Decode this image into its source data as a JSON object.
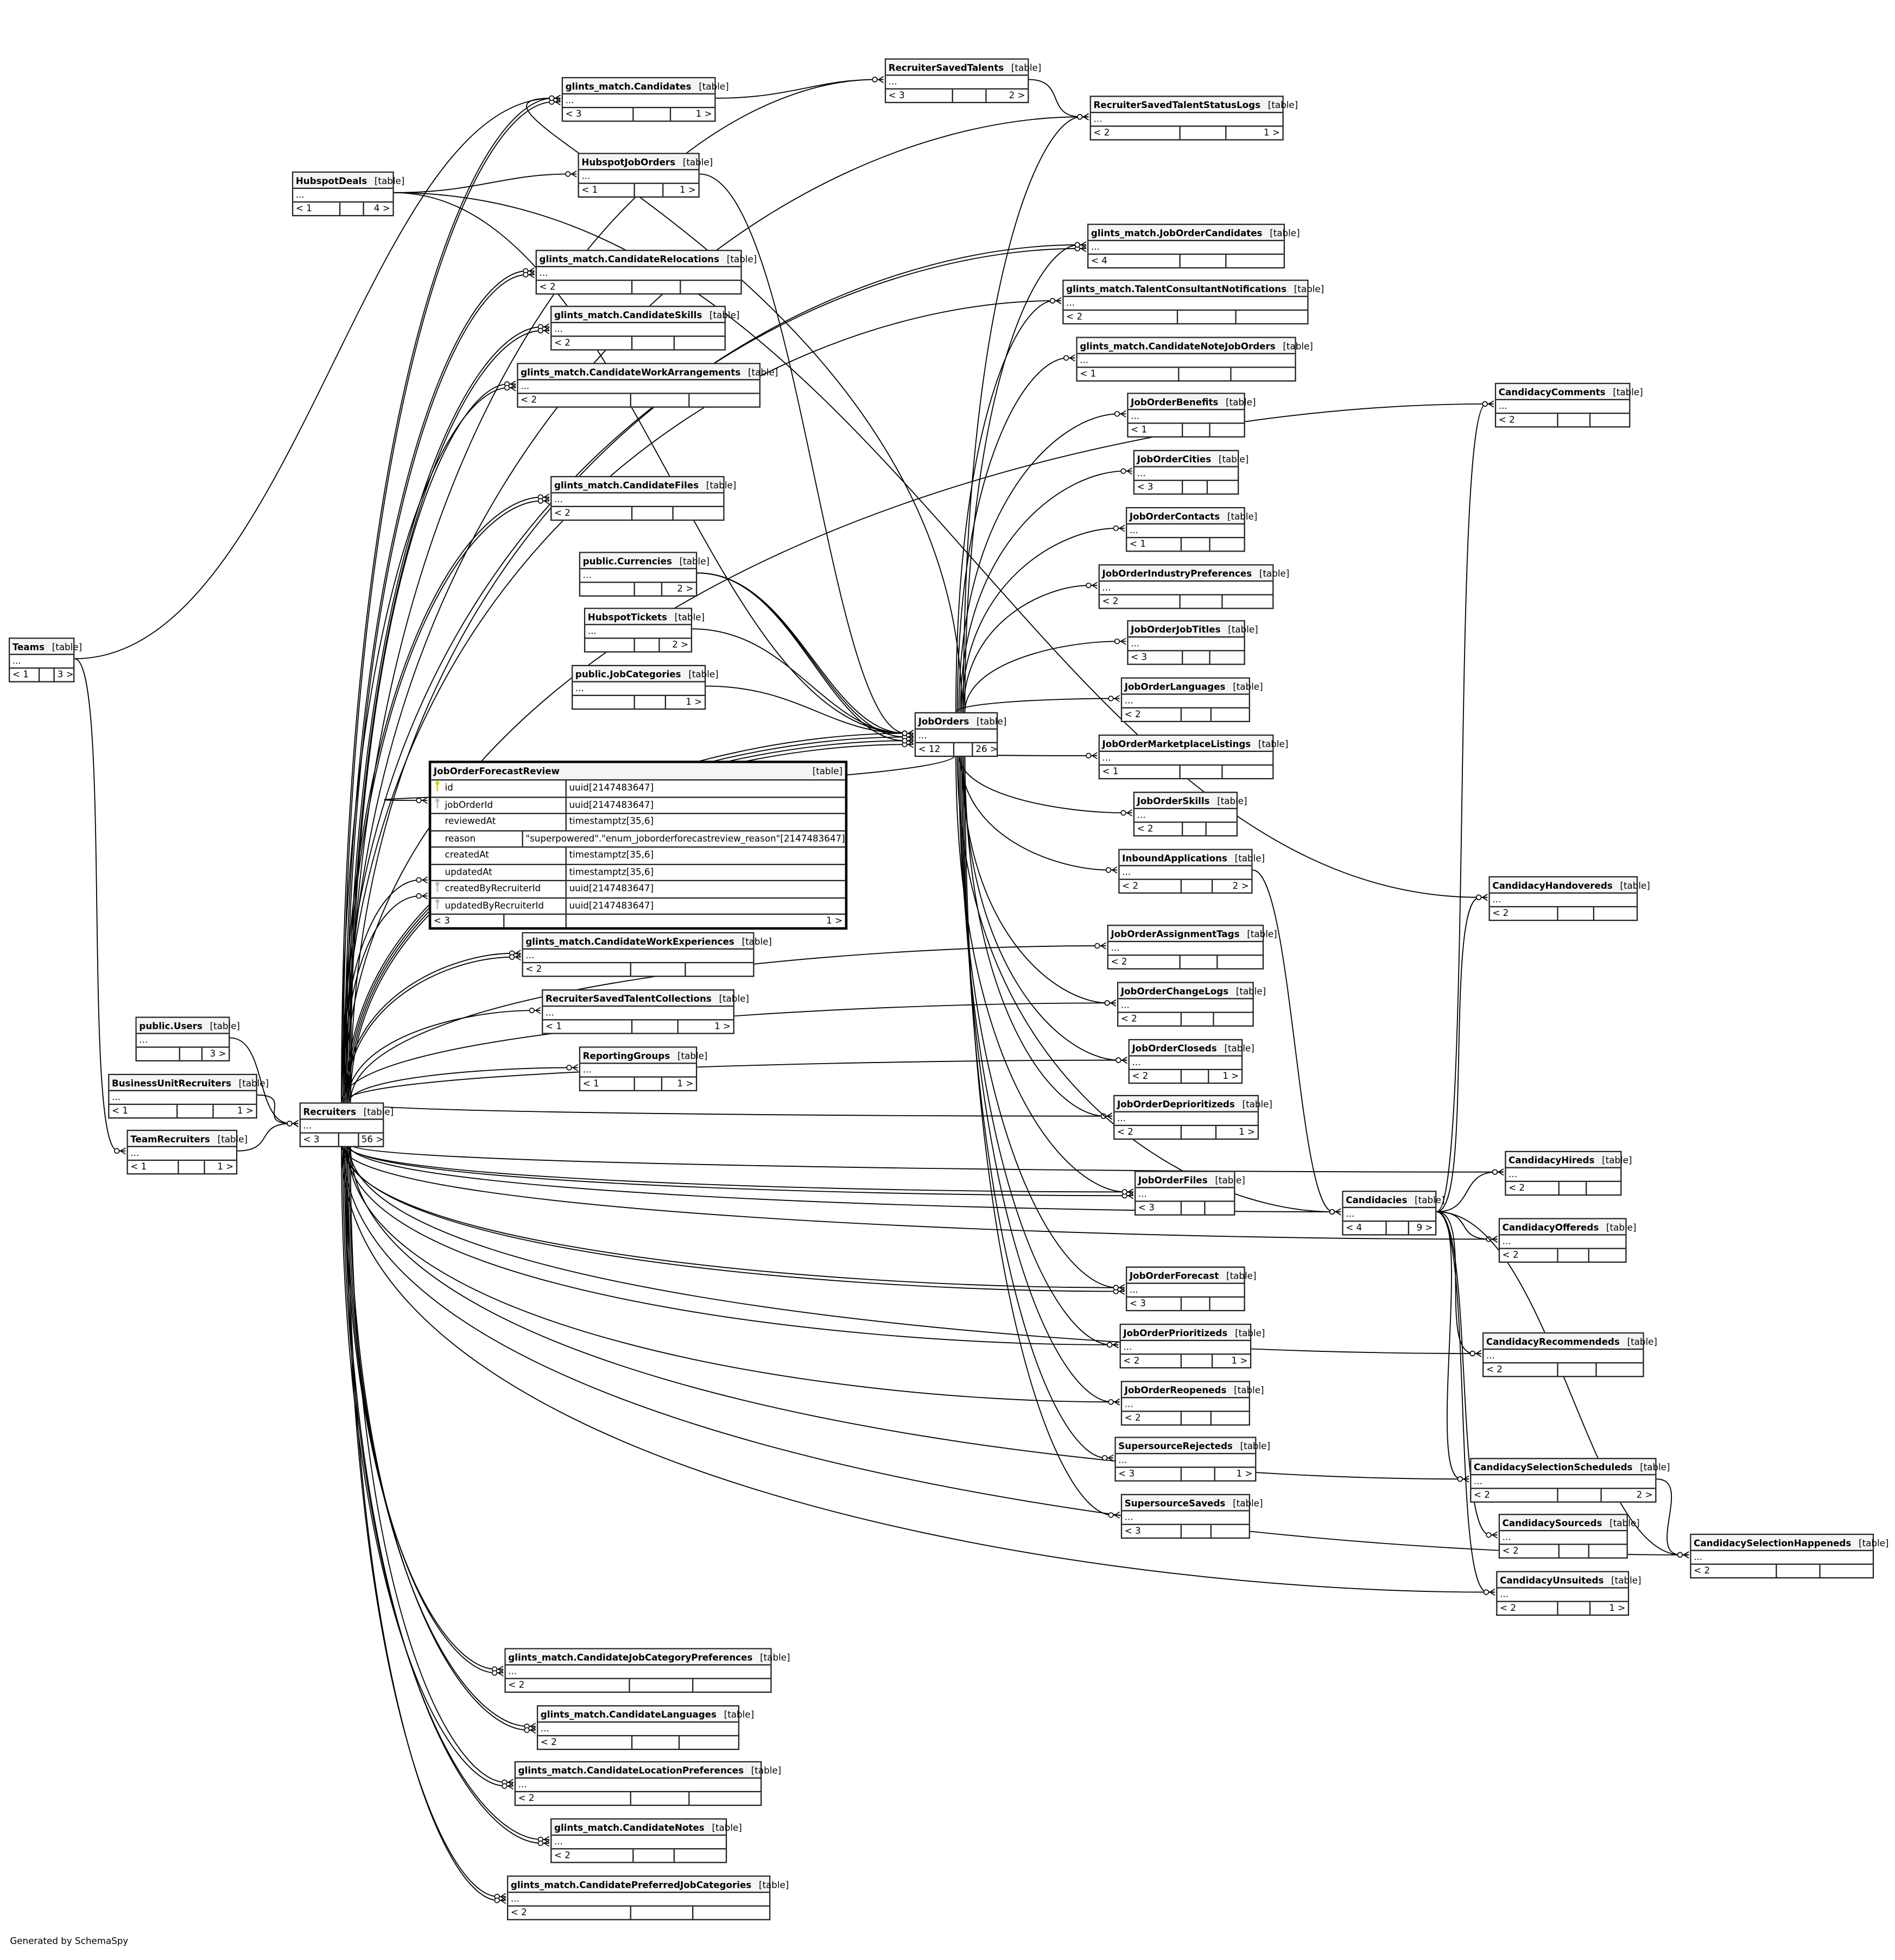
{
  "tables": [
    {
      "name": "glints_match.Candidates",
      "kind": "[table]",
      "more": "...",
      "left": "< 3",
      "right": "1 >"
    },
    {
      "name": "RecruiterSavedTalents",
      "kind": "[table]",
      "more": "...",
      "left": "< 3",
      "right": "2 >"
    },
    {
      "name": "RecruiterSavedTalentStatusLogs",
      "kind": "[table]",
      "more": "...",
      "left": "< 2",
      "right": "1 >"
    },
    {
      "name": "HubspotJobOrders",
      "kind": "[table]",
      "more": "...",
      "left": "< 1",
      "right": "1 >"
    },
    {
      "name": "HubspotDeals",
      "kind": "[table]",
      "more": "...",
      "left": "< 1",
      "right": "4 >"
    },
    {
      "name": "glints_match.JobOrderCandidates",
      "kind": "[table]",
      "more": "...",
      "left": "< 4",
      "right": ""
    },
    {
      "name": "glints_match.CandidateRelocations",
      "kind": "[table]",
      "more": "...",
      "left": "< 2",
      "right": ""
    },
    {
      "name": "glints_match.TalentConsultantNotifications",
      "kind": "[table]",
      "more": "...",
      "left": "< 2",
      "right": ""
    },
    {
      "name": "glints_match.CandidateSkills",
      "kind": "[table]",
      "more": "...",
      "left": "< 2",
      "right": ""
    },
    {
      "name": "glints_match.CandidateNoteJobOrders",
      "kind": "[table]",
      "more": "...",
      "left": "< 1",
      "right": ""
    },
    {
      "name": "glints_match.CandidateWorkArrangements",
      "kind": "[table]",
      "more": "...",
      "left": "< 2",
      "right": ""
    },
    {
      "name": "CandidacyComments",
      "kind": "[table]",
      "more": "...",
      "left": "< 2",
      "right": ""
    },
    {
      "name": "JobOrderBenefits",
      "kind": "[table]",
      "more": "...",
      "left": "< 1",
      "right": ""
    },
    {
      "name": "JobOrderCities",
      "kind": "[table]",
      "more": "...",
      "left": "< 3",
      "right": ""
    },
    {
      "name": "glints_match.CandidateFiles",
      "kind": "[table]",
      "more": "...",
      "left": "< 2",
      "right": ""
    },
    {
      "name": "JobOrderContacts",
      "kind": "[table]",
      "more": "...",
      "left": "< 1",
      "right": ""
    },
    {
      "name": "public.Currencies",
      "kind": "[table]",
      "more": "...",
      "left": "",
      "right": "2 >"
    },
    {
      "name": "JobOrderIndustryPreferences",
      "kind": "[table]",
      "more": "...",
      "left": "< 2",
      "right": ""
    },
    {
      "name": "HubspotTickets",
      "kind": "[table]",
      "more": "...",
      "left": "",
      "right": "2 >"
    },
    {
      "name": "JobOrderJobTitles",
      "kind": "[table]",
      "more": "...",
      "left": "< 3",
      "right": ""
    },
    {
      "name": "Teams",
      "kind": "[table]",
      "more": "...",
      "left": "< 1",
      "right": "3 >"
    },
    {
      "name": "public.JobCategories",
      "kind": "[table]",
      "more": "...",
      "left": "",
      "right": "1 >"
    },
    {
      "name": "JobOrderLanguages",
      "kind": "[table]",
      "more": "...",
      "left": "< 2",
      "right": ""
    },
    {
      "name": "JobOrders",
      "kind": "[table]",
      "more": "...",
      "left": "< 12",
      "right": "26 >"
    },
    {
      "name": "JobOrderMarketplaceListings",
      "kind": "[table]",
      "more": "...",
      "left": "< 1",
      "right": ""
    },
    {
      "name": "JobOrderSkills",
      "kind": "[table]",
      "more": "...",
      "left": "< 2",
      "right": ""
    },
    {
      "name": "InboundApplications",
      "kind": "[table]",
      "more": "...",
      "left": "< 2",
      "right": "2 >"
    },
    {
      "name": "CandidacyHandovereds",
      "kind": "[table]",
      "more": "...",
      "left": "< 2",
      "right": ""
    },
    {
      "name": "JobOrderAssignmentTags",
      "kind": "[table]",
      "more": "...",
      "left": "< 2",
      "right": ""
    },
    {
      "name": "glints_match.CandidateWorkExperiences",
      "kind": "[table]",
      "more": "...",
      "left": "< 2",
      "right": ""
    },
    {
      "name": "JobOrderChangeLogs",
      "kind": "[table]",
      "more": "...",
      "left": "< 2",
      "right": ""
    },
    {
      "name": "RecruiterSavedTalentCollections",
      "kind": "[table]",
      "more": "...",
      "left": "< 1",
      "right": "1 >"
    },
    {
      "name": "public.Users",
      "kind": "[table]",
      "more": "...",
      "left": "",
      "right": "3 >"
    },
    {
      "name": "JobOrderCloseds",
      "kind": "[table]",
      "more": "...",
      "left": "< 2",
      "right": "1 >"
    },
    {
      "name": "ReportingGroups",
      "kind": "[table]",
      "more": "...",
      "left": "< 1",
      "right": "1 >"
    },
    {
      "name": "BusinessUnitRecruiters",
      "kind": "[table]",
      "more": "...",
      "left": "< 1",
      "right": "1 >"
    },
    {
      "name": "JobOrderDeprioritizeds",
      "kind": "[table]",
      "more": "...",
      "left": "< 2",
      "right": "1 >"
    },
    {
      "name": "Recruiters",
      "kind": "[table]",
      "more": "...",
      "left": "< 3",
      "right": "56 >"
    },
    {
      "name": "TeamRecruiters",
      "kind": "[table]",
      "more": "...",
      "left": "< 1",
      "right": "1 >"
    },
    {
      "name": "CandidacyHireds",
      "kind": "[table]",
      "more": "...",
      "left": "< 2",
      "right": ""
    },
    {
      "name": "JobOrderFiles",
      "kind": "[table]",
      "more": "...",
      "left": "< 3",
      "right": ""
    },
    {
      "name": "Candidacies",
      "kind": "[table]",
      "more": "...",
      "left": "< 4",
      "right": "9 >"
    },
    {
      "name": "CandidacyOffereds",
      "kind": "[table]",
      "more": "...",
      "left": "< 2",
      "right": ""
    },
    {
      "name": "JobOrderForecast",
      "kind": "[table]",
      "more": "...",
      "left": "< 3",
      "right": ""
    },
    {
      "name": "JobOrderPrioritizeds",
      "kind": "[table]",
      "more": "...",
      "left": "< 2",
      "right": "1 >"
    },
    {
      "name": "CandidacyRecommendeds",
      "kind": "[table]",
      "more": "...",
      "left": "< 2",
      "right": ""
    },
    {
      "name": "JobOrderReopeneds",
      "kind": "[table]",
      "more": "...",
      "left": "< 2",
      "right": ""
    },
    {
      "name": "SupersourceRejecteds",
      "kind": "[table]",
      "more": "...",
      "left": "< 3",
      "right": "1 >"
    },
    {
      "name": "CandidacySelectionScheduleds",
      "kind": "[table]",
      "more": "...",
      "left": "< 2",
      "right": "2 >"
    },
    {
      "name": "SupersourceSaveds",
      "kind": "[table]",
      "more": "...",
      "left": "< 3",
      "right": ""
    },
    {
      "name": "CandidacySourceds",
      "kind": "[table]",
      "more": "...",
      "left": "< 2",
      "right": ""
    },
    {
      "name": "CandidacySelectionHappeneds",
      "kind": "[table]",
      "more": "...",
      "left": "< 2",
      "right": ""
    },
    {
      "name": "CandidacyUnsuiteds",
      "kind": "[table]",
      "more": "...",
      "left": "< 2",
      "right": "1 >"
    },
    {
      "name": "glints_match.CandidateJobCategoryPreferences",
      "kind": "[table]",
      "more": "...",
      "left": "< 2",
      "right": ""
    },
    {
      "name": "glints_match.CandidateLanguages",
      "kind": "[table]",
      "more": "...",
      "left": "< 2",
      "right": ""
    },
    {
      "name": "glints_match.CandidateLocationPreferences",
      "kind": "[table]",
      "more": "...",
      "left": "< 2",
      "right": ""
    },
    {
      "name": "glints_match.CandidateNotes",
      "kind": "[table]",
      "more": "...",
      "left": "< 2",
      "right": ""
    },
    {
      "name": "glints_match.CandidatePreferredJobCategories",
      "kind": "[table]",
      "more": "...",
      "left": "< 2",
      "right": ""
    }
  ],
  "focus_table": {
    "name": "JobOrderForecastReview",
    "kind": "[table]",
    "left": "< 3",
    "right": "1 >",
    "columns": [
      {
        "name": "id",
        "type": "uuid[2147483647]",
        "key": "primary"
      },
      {
        "name": "jobOrderId",
        "type": "uuid[2147483647]",
        "key": "foreign"
      },
      {
        "name": "reviewedAt",
        "type": "timestamptz[35,6]",
        "key": ""
      },
      {
        "name": "reason",
        "type": "\"superpowered\".\"enum_joborderforecastreview_reason\"[2147483647]",
        "key": ""
      },
      {
        "name": "createdAt",
        "type": "timestamptz[35,6]",
        "key": ""
      },
      {
        "name": "updatedAt",
        "type": "timestamptz[35,6]",
        "key": ""
      },
      {
        "name": "createdByRecruiterId",
        "type": "uuid[2147483647]",
        "key": "foreign"
      },
      {
        "name": "updatedByRecruiterId",
        "type": "uuid[2147483647]",
        "key": "foreign"
      }
    ]
  },
  "relationships": [
    [
      "Recruiters",
      "glints_match.Candidates"
    ],
    [
      "Recruiters",
      "glints_match.Candidates"
    ],
    [
      "Recruiters",
      "glints_match.CandidateRelocations"
    ],
    [
      "Recruiters",
      "glints_match.CandidateRelocations"
    ],
    [
      "Recruiters",
      "glints_match.CandidateSkills"
    ],
    [
      "Recruiters",
      "glints_match.CandidateSkills"
    ],
    [
      "Recruiters",
      "glints_match.CandidateWorkArrangements"
    ],
    [
      "Recruiters",
      "glints_match.CandidateWorkArrangements"
    ],
    [
      "Recruiters",
      "glints_match.CandidateFiles"
    ],
    [
      "Recruiters",
      "glints_match.CandidateFiles"
    ],
    [
      "Recruiters",
      "JobOrders"
    ],
    [
      "Recruiters",
      "JobOrders"
    ],
    [
      "Recruiters",
      "JobOrders"
    ],
    [
      "Recruiters",
      "JobOrders"
    ],
    [
      "Recruiters",
      "JobOrderForecastReview"
    ],
    [
      "Recruiters",
      "JobOrderForecastReview"
    ],
    [
      "Recruiters",
      "glints_match.CandidateWorkExperiences"
    ],
    [
      "Recruiters",
      "glints_match.CandidateWorkExperiences"
    ],
    [
      "Recruiters",
      "RecruiterSavedTalentCollections"
    ],
    [
      "Recruiters",
      "ReportingGroups"
    ],
    [
      "Recruiters",
      "JobOrderAssignmentTags"
    ],
    [
      "Recruiters",
      "JobOrderChangeLogs"
    ],
    [
      "Recruiters",
      "JobOrderCloseds"
    ],
    [
      "Recruiters",
      "JobOrderDeprioritizeds"
    ],
    [
      "Recruiters",
      "JobOrderFiles"
    ],
    [
      "Recruiters",
      "JobOrderFiles"
    ],
    [
      "Recruiters",
      "Candidacies"
    ],
    [
      "Recruiters",
      "CandidacyHireds"
    ],
    [
      "Recruiters",
      "CandidacyOffereds"
    ],
    [
      "Recruiters",
      "JobOrderForecast"
    ],
    [
      "Recruiters",
      "JobOrderForecast"
    ],
    [
      "Recruiters",
      "JobOrderPrioritizeds"
    ],
    [
      "Recruiters",
      "JobOrderReopeneds"
    ],
    [
      "Recruiters",
      "CandidacyRecommendeds"
    ],
    [
      "Recruiters",
      "CandidacySelectionScheduleds"
    ],
    [
      "Recruiters",
      "CandidacyUnsuiteds"
    ],
    [
      "Recruiters",
      "CandidacySelectionHappeneds"
    ],
    [
      "Recruiters",
      "glints_match.CandidateJobCategoryPreferences"
    ],
    [
      "Recruiters",
      "glints_match.CandidateJobCategoryPreferences"
    ],
    [
      "Recruiters",
      "glints_match.CandidateLanguages"
    ],
    [
      "Recruiters",
      "glints_match.CandidateLanguages"
    ],
    [
      "Recruiters",
      "glints_match.CandidateLocationPreferences"
    ],
    [
      "Recruiters",
      "glints_match.CandidateLocationPreferences"
    ],
    [
      "Recruiters",
      "glints_match.CandidateNotes"
    ],
    [
      "Recruiters",
      "glints_match.CandidateNotes"
    ],
    [
      "Recruiters",
      "glints_match.CandidatePreferredJobCategories"
    ],
    [
      "Recruiters",
      "glints_match.CandidatePreferredJobCategories"
    ],
    [
      "Recruiters",
      "RecruiterSavedTalents"
    ],
    [
      "Recruiters",
      "glints_match.JobOrderCandidates"
    ],
    [
      "Recruiters",
      "glints_match.JobOrderCandidates"
    ],
    [
      "Recruiters",
      "glints_match.TalentConsultantNotifications"
    ],
    [
      "Recruiters",
      "CandidacyComments"
    ],
    [
      "Recruiters",
      "RecruiterSavedTalentStatusLogs"
    ],
    [
      "JobOrders",
      "glints_match.Candidates"
    ],
    [
      "JobOrders",
      "RecruiterSavedTalentStatusLogs"
    ],
    [
      "JobOrders",
      "glints_match.JobOrderCandidates"
    ],
    [
      "JobOrders",
      "glints_match.TalentConsultantNotifications"
    ],
    [
      "JobOrders",
      "glints_match.CandidateNoteJobOrders"
    ],
    [
      "JobOrders",
      "JobOrderBenefits"
    ],
    [
      "JobOrders",
      "JobOrderCities"
    ],
    [
      "JobOrders",
      "JobOrderContacts"
    ],
    [
      "JobOrders",
      "JobOrderIndustryPreferences"
    ],
    [
      "JobOrders",
      "JobOrderJobTitles"
    ],
    [
      "JobOrders",
      "JobOrderLanguages"
    ],
    [
      "JobOrders",
      "JobOrderMarketplaceListings"
    ],
    [
      "JobOrders",
      "JobOrderSkills"
    ],
    [
      "JobOrders",
      "InboundApplications"
    ],
    [
      "JobOrders",
      "JobOrderChangeLogs"
    ],
    [
      "JobOrders",
      "JobOrderCloseds"
    ],
    [
      "JobOrders",
      "JobOrderDeprioritizeds"
    ],
    [
      "JobOrders",
      "JobOrderFiles"
    ],
    [
      "JobOrders",
      "Candidacies"
    ],
    [
      "JobOrders",
      "JobOrderForecast"
    ],
    [
      "JobOrders",
      "JobOrderPrioritizeds"
    ],
    [
      "JobOrders",
      "JobOrderReopeneds"
    ],
    [
      "JobOrders",
      "SupersourceRejecteds"
    ],
    [
      "JobOrders",
      "SupersourceSaveds"
    ],
    [
      "JobOrders",
      "JobOrderForecastReview"
    ],
    [
      "Candidacies",
      "CandidacyComments"
    ],
    [
      "Candidacies",
      "CandidacyHandovereds"
    ],
    [
      "Candidacies",
      "CandidacyHireds"
    ],
    [
      "Candidacies",
      "CandidacyOffereds"
    ],
    [
      "Candidacies",
      "CandidacyRecommendeds"
    ],
    [
      "Candidacies",
      "CandidacySelectionScheduleds"
    ],
    [
      "Candidacies",
      "CandidacySourceds"
    ],
    [
      "Candidacies",
      "CandidacyUnsuiteds"
    ],
    [
      "Candidacies",
      "CandidacySelectionHappeneds"
    ],
    [
      "Teams",
      "glints_match.Candidates"
    ],
    [
      "Teams",
      "TeamRecruiters"
    ],
    [
      "public.Users",
      "Recruiters"
    ],
    [
      "BusinessUnitRecruiters",
      "Recruiters"
    ],
    [
      "TeamRecruiters",
      "Recruiters"
    ],
    [
      "HubspotDeals",
      "HubspotJobOrders"
    ],
    [
      "HubspotDeals",
      "JobOrders"
    ],
    [
      "HubspotDeals",
      "CandidacyHandovereds"
    ],
    [
      "HubspotJobOrders",
      "JobOrders"
    ],
    [
      "public.Currencies",
      "JobOrders"
    ],
    [
      "public.Currencies",
      "JobOrders"
    ],
    [
      "public.Currencies",
      "JobOrders"
    ],
    [
      "HubspotTickets",
      "JobOrders"
    ],
    [
      "public.JobCategories",
      "JobOrders"
    ],
    [
      "glints_match.Candidates",
      "RecruiterSavedTalents"
    ],
    [
      "RecruiterSavedTalents",
      "RecruiterSavedTalentStatusLogs"
    ],
    [
      "InboundApplications",
      "Candidacies"
    ],
    [
      "CandidacySelectionScheduleds",
      "CandidacySelectionHappeneds"
    ]
  ],
  "footer": {
    "generated": "Generated by SchemaSpy"
  }
}
